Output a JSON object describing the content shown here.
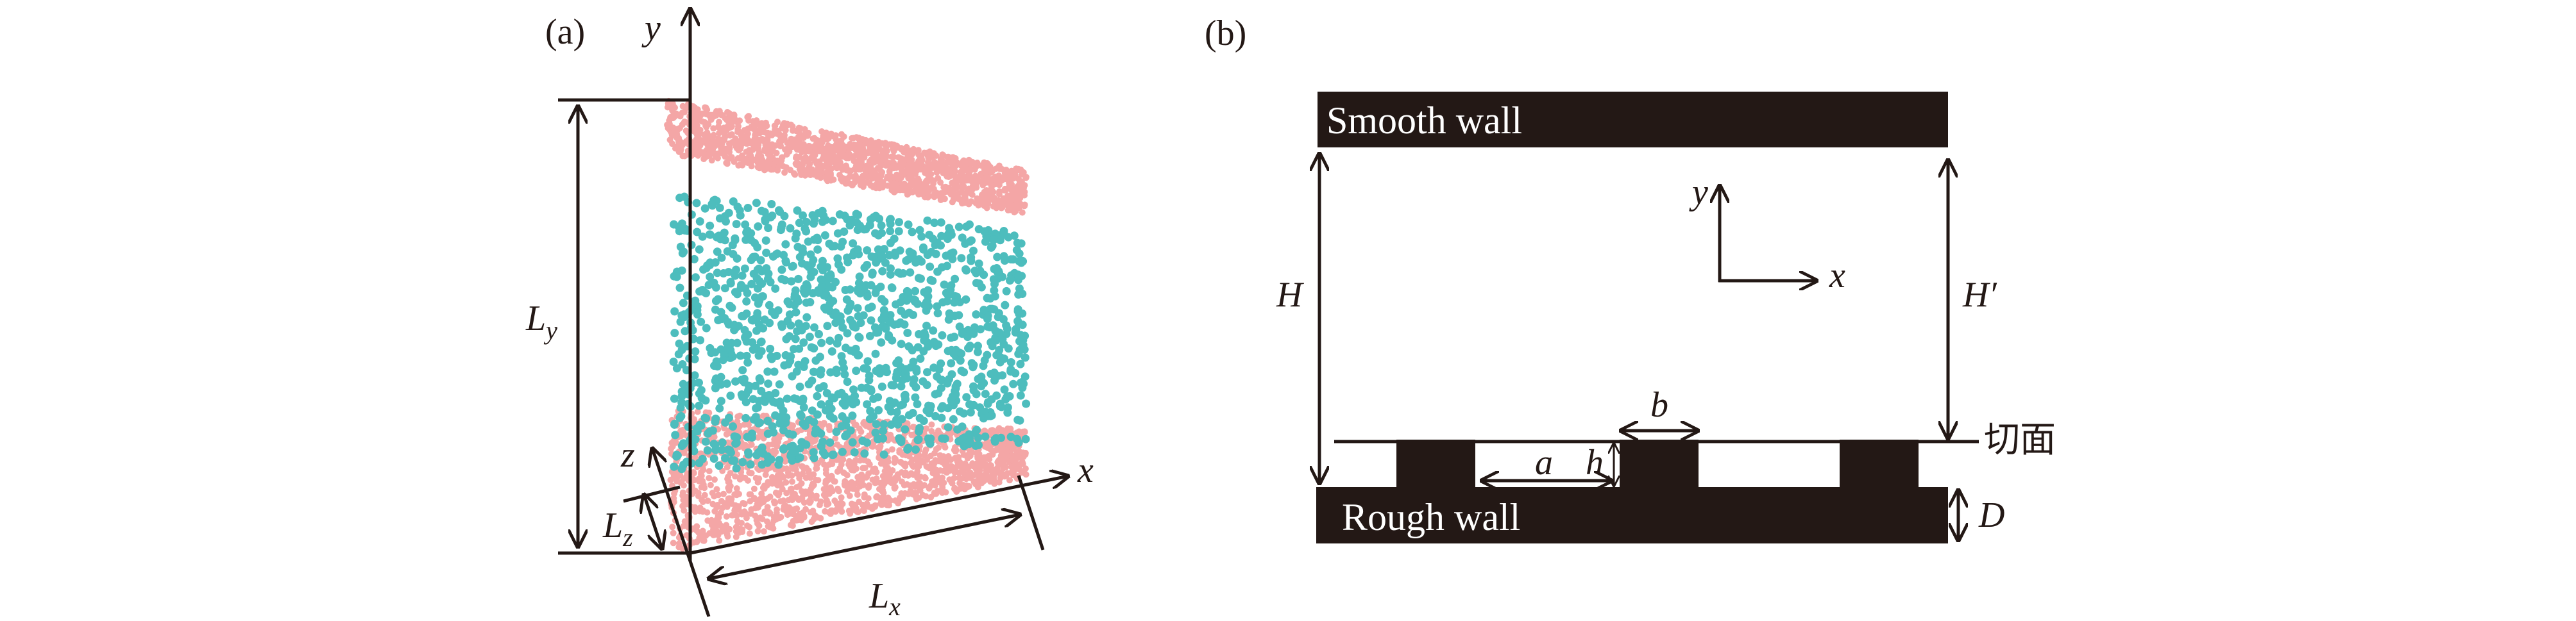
{
  "colors": {
    "wall_particle": "#f4a6a6",
    "fluid_particle": "#4dbdbd",
    "wall_fill": "#231815"
  },
  "panel_a": {
    "label": "(a)",
    "axis_x": "x",
    "axis_y": "y",
    "axis_z": "z",
    "dim_Lx": "L",
    "dim_Lx_sub": "x",
    "dim_Ly": "L",
    "dim_Ly_sub": "y",
    "dim_Lz": "L",
    "dim_Lz_sub": "z"
  },
  "panel_b": {
    "label": "(b)",
    "smooth_wall": "Smooth wall",
    "rough_wall": "Rough wall",
    "axis_x": "x",
    "axis_y": "y",
    "dim_H": "H",
    "dim_H_prime": "H′",
    "dim_D": "D",
    "dim_a": "a",
    "dim_b": "b",
    "dim_h": "h",
    "cut_plane": "切面"
  }
}
